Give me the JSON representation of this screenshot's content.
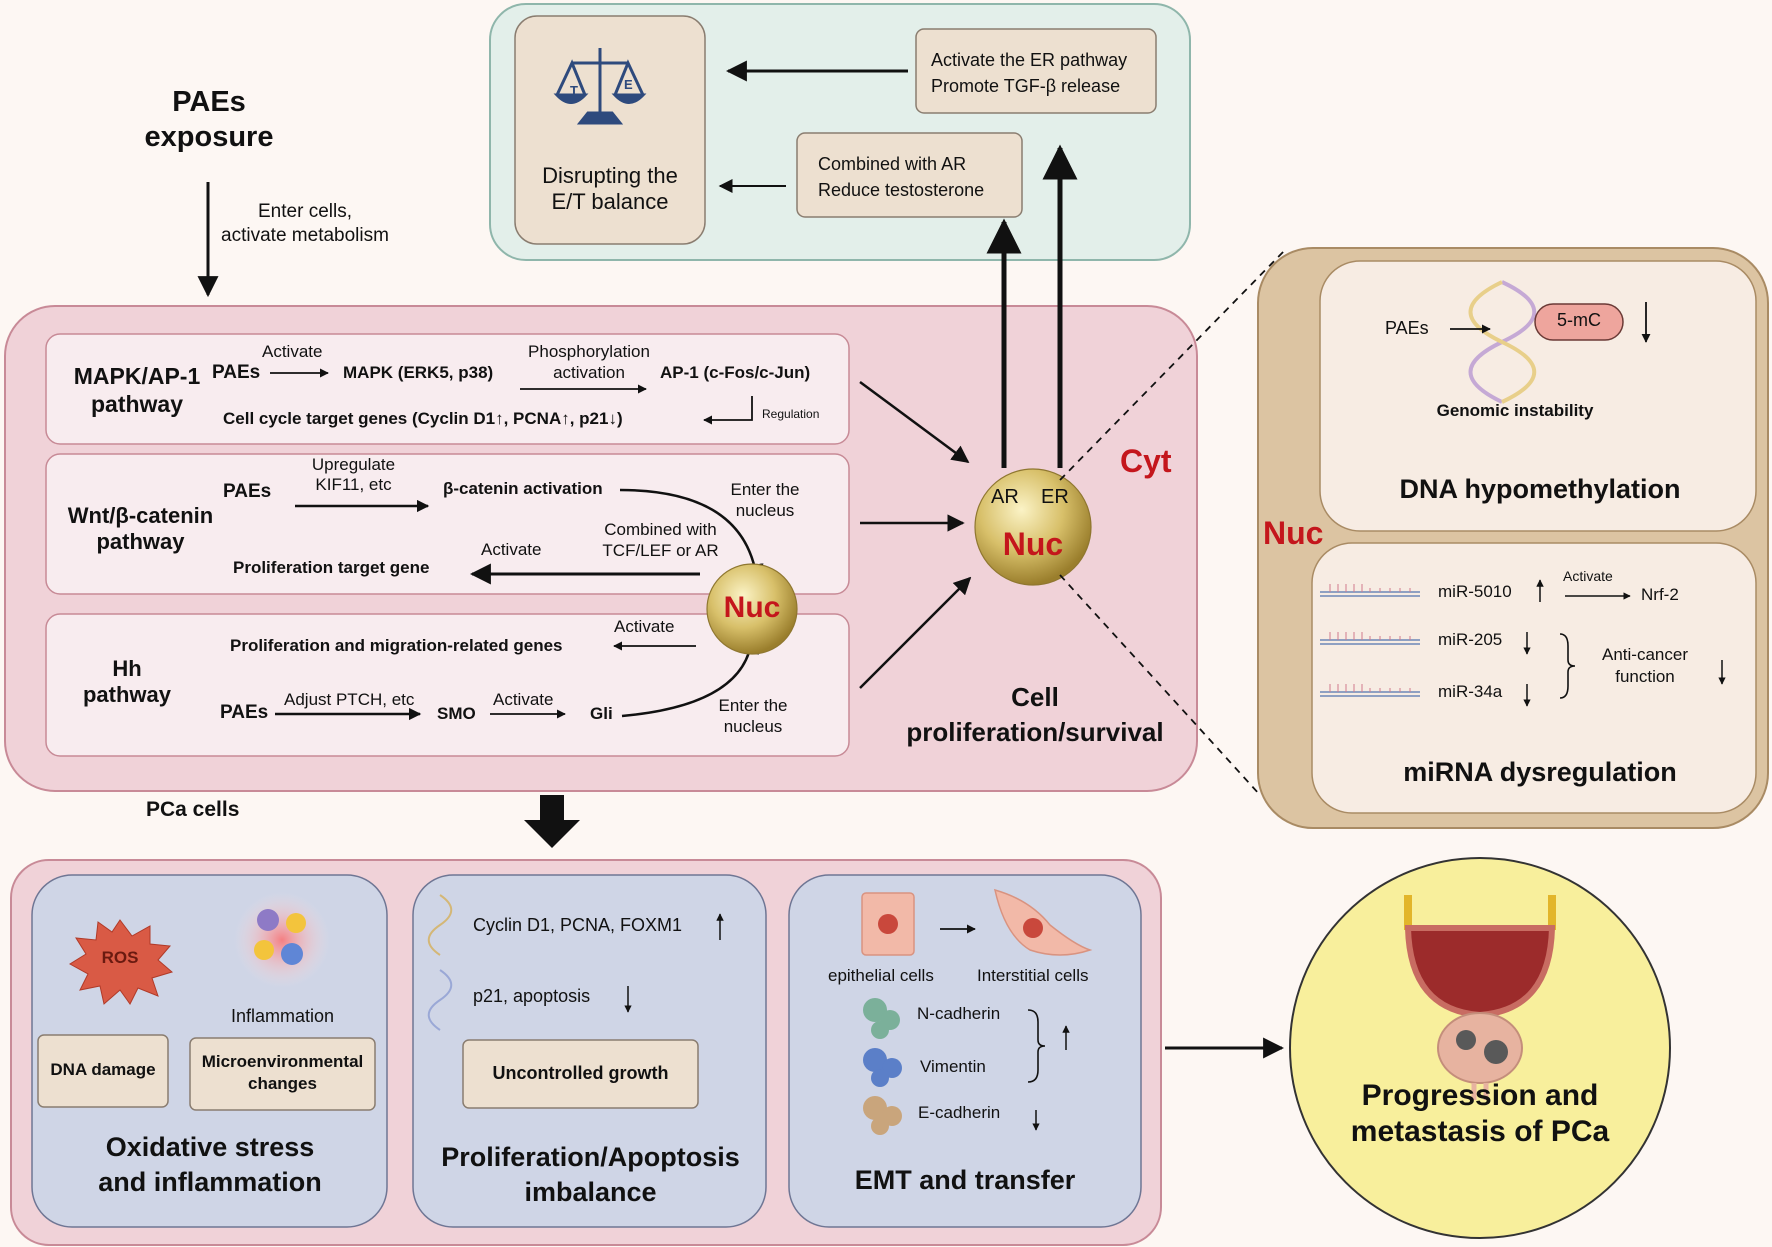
{
  "exposure": {
    "title": "PAEs\nexposure",
    "note": "Enter cells,\nactivate metabolism"
  },
  "top_panel": {
    "balance_label": "Disrupting the\nE/T balance",
    "scale_left": "T",
    "scale_right": "E",
    "er_box": "Activate the ER pathway\nPromote TGF-β release",
    "ar_box": "Combined with AR\nReduce testosterone"
  },
  "pca_cells": {
    "label": "PCa cells",
    "cyt": "Cyt",
    "center_nuc": {
      "ar": "AR",
      "er": "ER",
      "nuc": "Nuc"
    },
    "outcome": "Cell\nproliferation/survival",
    "mapk": {
      "name": "MAPK/AP-1\npathway",
      "paes": "PAEs",
      "activate": "Activate",
      "mapk": "MAPK (ERK5, p38)",
      "phospho": "Phosphorylation\nactivation",
      "ap1": "AP-1 (c-Fos/c-Jun)",
      "targets": "Cell cycle target genes (Cyclin D1↑, PCNA↑, p21↓)",
      "regulation": "Regulation"
    },
    "wnt": {
      "name": "Wnt/β-catenin\npathway",
      "paes": "PAEs",
      "upregulate": "Upregulate\nKIF11, etc",
      "bcat": "β-catenin activation",
      "enter": "Enter the\nnucleus",
      "combined": "Combined with\nTCF/LEF or AR",
      "activate": "Activate",
      "target": "Proliferation target gene"
    },
    "hh": {
      "name": "Hh\npathway",
      "genes": "Proliferation and migration-related genes",
      "activate1": "Activate",
      "paes": "PAEs",
      "adjust": "Adjust PTCH, etc",
      "smo": "SMO",
      "activate2": "Activate",
      "gli": "Gli",
      "enter": "Enter the\nnucleus"
    },
    "inner_nuc": "Nuc"
  },
  "nucleus_panel": {
    "label": "Nuc",
    "dna": {
      "paes": "PAEs",
      "mc": "5-mC",
      "instability": "Genomic instability",
      "title": "DNA hypomethylation"
    },
    "mirna": {
      "mir5010": "miR-5010",
      "activate": "Activate",
      "nrf2": "Nrf-2",
      "mir205": "miR-205",
      "mir34a": "miR-34a",
      "anticancer": "Anti-cancer\nfunction",
      "title": "miRNA dysregulation"
    }
  },
  "bottom": {
    "oxidative": {
      "ros": "ROS",
      "inflammation": "Inflammation",
      "dna_damage": "DNA damage",
      "micro": "Microenvironmental\nchanges",
      "title": "Oxidative stress\nand inflammation"
    },
    "prolif": {
      "up_genes": "Cyclin D1, PCNA, FOXM1",
      "down_genes": "p21, apoptosis",
      "growth": "Uncontrolled growth",
      "title": "Proliferation/Apoptosis\nimbalance"
    },
    "emt": {
      "epithelial": "epithelial cells",
      "interstitial": "Interstitial cells",
      "ncad": "N-cadherin",
      "vimentin": "Vimentin",
      "ecad": "E-cadherin",
      "title": "EMT and transfer"
    }
  },
  "outcome_circle": {
    "title": "Progression and\nmetastasis of PCa"
  },
  "colors": {
    "nuc_red": "#c4161c",
    "pink_panel": "#f0d2d8",
    "teal_panel": "#e3efea",
    "tan_panel": "#dcc4a2",
    "blue_panel": "#cfd5e6",
    "outcome_yellow": "#f8ef9c"
  }
}
